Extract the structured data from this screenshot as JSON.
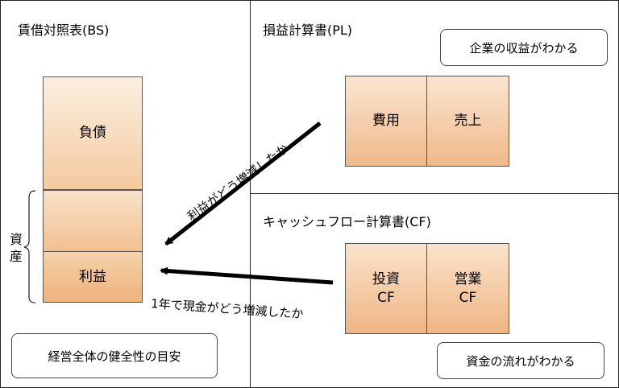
{
  "bs": {
    "title": "賃借対照表(BS)",
    "liabilities": "負債",
    "profit": "利益",
    "assets_label": "資産",
    "note": "経営全体の健全性の目安"
  },
  "pl": {
    "title": "損益計算書(PL)",
    "note": "企業の収益がわかる",
    "cost": "費用",
    "sales": "売上"
  },
  "cf": {
    "title": "キャッシュフロー計算書(CF)",
    "note": "資金の流れがわかる",
    "investing": "投資\nCF",
    "operating": "営業\nCF"
  },
  "arrows": {
    "pl_to_bs": "利益がどう増減したか",
    "cf_to_bs": "1年で現金がどう増減したか"
  }
}
